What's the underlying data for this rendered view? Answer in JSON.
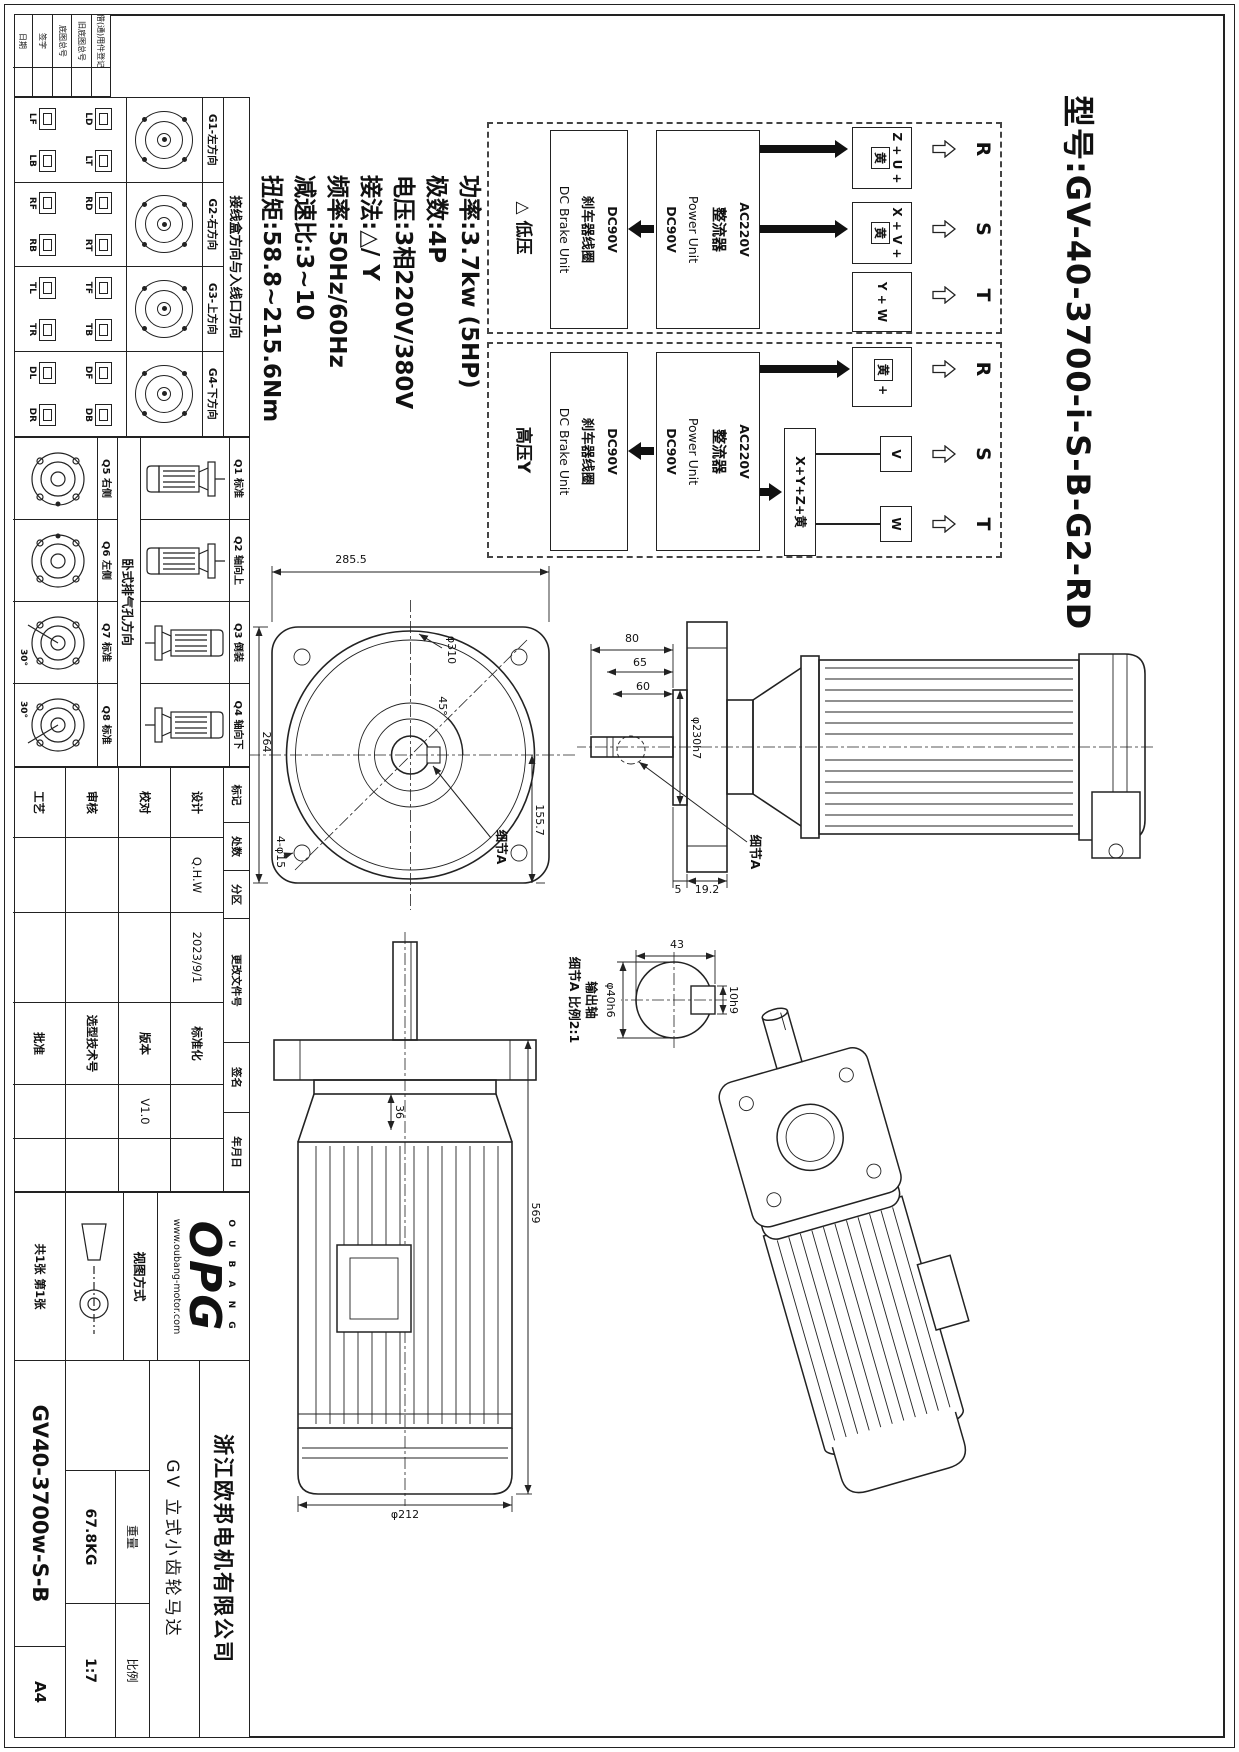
{
  "title": {
    "model": "型号:GV-40-3700-i-S-B-G2-RD"
  },
  "specs": {
    "lines": [
      "功率:3.7kw (5HP)",
      "极数:4P",
      "电压:3相220V/380V",
      "接法:△/ Y",
      "频率:50Hz/60Hz",
      "减速比:3~10",
      "扭矩:58.8~215.6Nm"
    ]
  },
  "wiring": {
    "low": {
      "phases": [
        "R",
        "S",
        "T"
      ],
      "terminals": [
        {
          "main": "Z + U +",
          "yellow": "黄"
        },
        {
          "main": "X + V +",
          "yellow": "黄"
        },
        {
          "main": "Y + W"
        }
      ],
      "rectifier": [
        "AC220V",
        "整流器",
        "Power Unit",
        "DC90V"
      ],
      "brake": [
        "DC90V",
        "刹车器线圈",
        "DC Brake Unit"
      ],
      "caption": "△ 低压"
    },
    "high": {
      "phases": [
        "R",
        "S",
        "T"
      ],
      "terminal_r": {
        "yellow": "黄",
        "plus": "+"
      },
      "terminal_s": "V",
      "terminal_t": "W",
      "star": "X+Y+Z+黄",
      "rectifier": [
        "AC220V",
        "整流器",
        "Power Unit",
        "DC90V"
      ],
      "brake": [
        "DC90V",
        "刹车器线圈",
        "DC Brake Unit"
      ],
      "caption": "高压Y"
    }
  },
  "views": {
    "front": {
      "dim_height": "285.5",
      "dim_width": "264",
      "dia": "φ310",
      "angle": "45°",
      "holes": "4-φ15",
      "dim_partial": "155.7",
      "detail": "细节A"
    },
    "side": {
      "d80": "80",
      "d65": "65",
      "d60": "60",
      "spigot": "φ230h7",
      "d19": "19.2",
      "d5": "5",
      "detail": "细节A"
    },
    "shaft": {
      "key": "10h9",
      "flat": "43",
      "dia": "φ40h6",
      "label1": "输出轴",
      "label2": "细节A 比例2:1"
    },
    "bottom": {
      "d36": "36",
      "length": "569",
      "fan_dia": "φ212"
    }
  },
  "junction_table": {
    "header": "接线盒方向与入线口方向",
    "groups": [
      {
        "label": "G1-左方向",
        "codes": [
          "LD",
          "LT",
          "LF",
          "LB"
        ]
      },
      {
        "label": "G2-右方向",
        "codes": [
          "RD",
          "RT",
          "RF",
          "RB"
        ]
      },
      {
        "label": "G3-上方向",
        "codes": [
          "TF",
          "TB",
          "TL",
          "TR"
        ]
      },
      {
        "label": "G4-下方向",
        "codes": [
          "DF",
          "DB",
          "DL",
          "DR"
        ]
      }
    ]
  },
  "exhaust_table": {
    "header": "卧式排气孔方向",
    "top": [
      {
        "label": "Q1 标准"
      },
      {
        "label": "Q2 轴向上"
      },
      {
        "label": "Q3 倒装"
      },
      {
        "label": "Q4 轴向下"
      }
    ],
    "bottom": [
      {
        "label": "Q5 右侧"
      },
      {
        "label": "Q6 左侧"
      },
      {
        "label": "Q7 标准",
        "angle": "30°"
      },
      {
        "label": "Q8 标准",
        "angle": "30°"
      }
    ]
  },
  "corner_table": {
    "rows": [
      "借(通)用件登记",
      "旧底图总号",
      "底图总号",
      "签字",
      "日期"
    ]
  },
  "revision_table": {
    "headers": [
      "标记",
      "处数",
      "分区",
      "更改文件号",
      "签名",
      "年月日"
    ],
    "rows": [
      {
        "c1": "设计",
        "c2": "Q.H.W",
        "c3": "2023/9/1",
        "c4": "标准化",
        "c5": "",
        "c6": ""
      },
      {
        "c1": "校对",
        "c2": "",
        "c3": "",
        "c4": "版本",
        "c5": "V1.0",
        "c6": ""
      },
      {
        "c1": "审核",
        "c2": "",
        "c3": "",
        "c4": "选型技术号",
        "c5": "",
        "c6": ""
      },
      {
        "c1": "工艺",
        "c2": "",
        "c3": "",
        "c4": "批准",
        "c5": "",
        "c6": ""
      }
    ]
  },
  "titleblock": {
    "brand": {
      "top": "O U B A N G",
      "logo": "OPG",
      "site": "www.oubang-motor.com"
    },
    "view_method": "视图方式",
    "sheets": "共1张 第1张",
    "company": "浙江欧邦电机有限公司",
    "product": "GV 立式小齿轮马达",
    "model": "GV40-3700w-S-B",
    "weight_label": "重量",
    "weight": "67.8KG",
    "scale_label": "比例",
    "scale": "1:7",
    "paper": "A4"
  }
}
